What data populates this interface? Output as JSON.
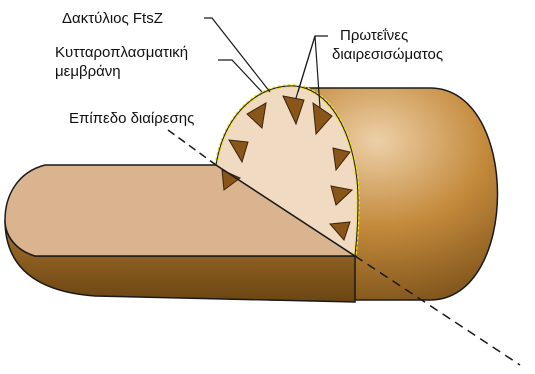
{
  "labels": {
    "ftsz_ring": "Δακτύλιος FtsZ",
    "membrane_line1": "Κυτταροπλασματική",
    "membrane_line2": "μεμβράνη",
    "proteins_line1": "Πρωτεΐνες",
    "proteins_line2": "διαιρεσισώματος",
    "division_plane": "Επίπεδο διαίρεσης"
  },
  "colors": {
    "cell_dark": "#6b4512",
    "cell_mid": "#b5782c",
    "cell_light": "#e7c39a",
    "cut_face": "#d9b48e",
    "inner_face": "#f0dbc2",
    "protein": "#8a5519",
    "ftsz_ring": "#f2df2c",
    "outline": "#1a1a1a"
  }
}
